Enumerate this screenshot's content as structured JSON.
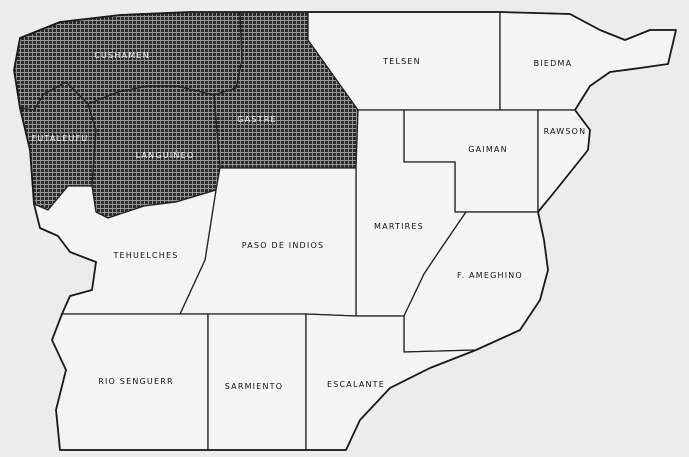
{
  "map": {
    "highlight_color": "#2b2b2b",
    "departments": [
      {
        "id": "cushamen",
        "label": "CUSHAMEN",
        "highlighted": true
      },
      {
        "id": "futaleufu",
        "label": "FUTALEUFU",
        "highlighted": true
      },
      {
        "id": "languineo",
        "label": "LANGUIÑEO",
        "highlighted": true
      },
      {
        "id": "gastre",
        "label": "GASTRE",
        "highlighted": true
      },
      {
        "id": "telsen",
        "label": "TELSEN",
        "highlighted": false
      },
      {
        "id": "biedma",
        "label": "BIEDMA",
        "highlighted": false
      },
      {
        "id": "gaiman",
        "label": "GAIMAN",
        "highlighted": false
      },
      {
        "id": "rawson",
        "label": "RAWSON",
        "highlighted": false
      },
      {
        "id": "tehuelches",
        "label": "TEHUELCHES",
        "highlighted": false
      },
      {
        "id": "paso-de-indios",
        "label": "PASO DE INDIOS",
        "highlighted": false
      },
      {
        "id": "martires",
        "label": "MARTIRES",
        "highlighted": false
      },
      {
        "id": "f-ameghino",
        "label": "F. AMEGHINO",
        "highlighted": false
      },
      {
        "id": "rio-senguerr",
        "label": "RIO SENGUERR",
        "highlighted": false
      },
      {
        "id": "sarmiento",
        "label": "SARMIENTO",
        "highlighted": false
      },
      {
        "id": "escalante",
        "label": "ESCALANTE",
        "highlighted": false
      }
    ]
  }
}
